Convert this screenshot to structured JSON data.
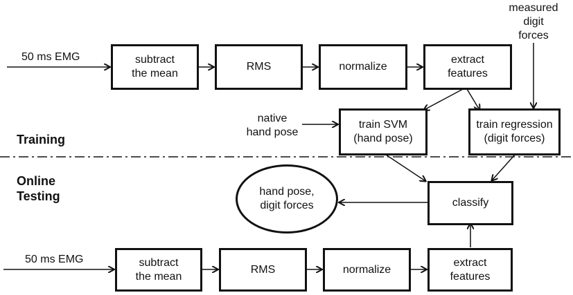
{
  "sections": {
    "training": "Training",
    "online_testing": "Online\nTesting"
  },
  "training_row": {
    "input": "50 ms EMG",
    "subtract": "subtract\nthe mean",
    "rms": "RMS",
    "normalize": "normalize",
    "extract": "extract\nfeatures"
  },
  "training_models": {
    "native_hand_pose": "native\nhand pose",
    "measured_digit_forces": "measured\ndigit\nforces",
    "train_svm": "train SVM\n(hand pose)",
    "train_regression": "train regression\n(digit forces)"
  },
  "testing": {
    "classify": "classify",
    "output": "hand pose,\ndigit forces"
  },
  "testing_row": {
    "input": "50 ms EMG",
    "subtract": "subtract\nthe mean",
    "rms": "RMS",
    "normalize": "normalize",
    "extract": "extract\nfeatures"
  }
}
